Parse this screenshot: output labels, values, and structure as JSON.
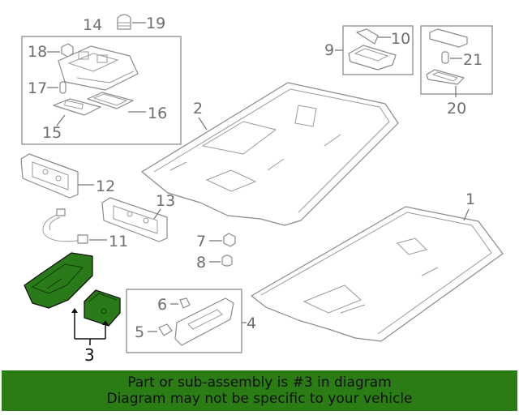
{
  "callouts": {
    "c1": "1",
    "c2": "2",
    "c3": "3",
    "c4": "4",
    "c5": "5",
    "c6": "6",
    "c7": "7",
    "c8": "8",
    "c9": "9",
    "c10": "10",
    "c11": "11",
    "c12": "12",
    "c13": "13",
    "c14": "14",
    "c15": "15",
    "c16": "16",
    "c17": "17",
    "c18": "18",
    "c19": "19",
    "c20": "20",
    "c21": "21"
  },
  "banner": {
    "line1": "Part or sub-assembly is #3 in diagram",
    "line2": "Diagram may not be specific to your vehicle"
  },
  "colors": {
    "highlight": "#2a7a1a",
    "banner": "#2b7c14"
  }
}
